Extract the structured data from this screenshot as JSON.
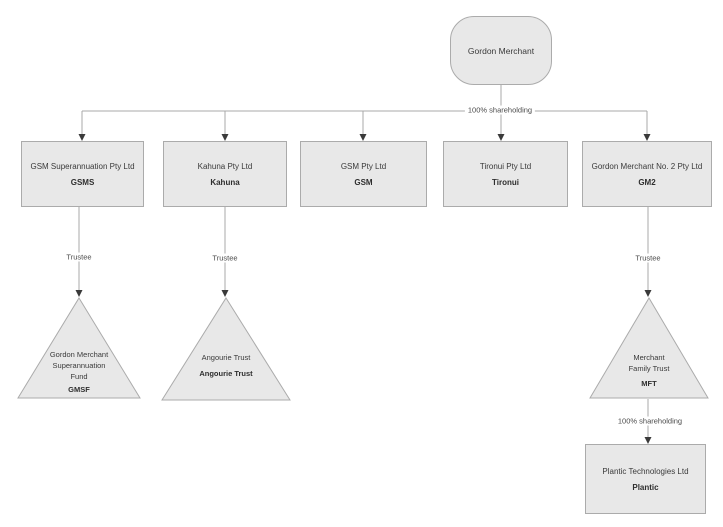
{
  "diagram": {
    "root": {
      "label": "Gordon Merchant"
    },
    "edge_labels": {
      "shareholding_top": "100% shareholding",
      "shareholding_bottom": "100% shareholding",
      "trustee_1": "Trustee",
      "trustee_2": "Trustee",
      "trustee_3": "Trustee"
    },
    "companies": [
      {
        "name": "GSM Superannuation Pty Ltd",
        "short": "GSMS"
      },
      {
        "name": "Kahuna Pty Ltd",
        "short": "Kahuna"
      },
      {
        "name": "GSM Pty Ltd",
        "short": "GSM"
      },
      {
        "name": "Tironui Pty Ltd",
        "short": "Tironui"
      },
      {
        "name": "Gordon Merchant No. 2 Pty Ltd",
        "short": "GM2"
      }
    ],
    "trusts": [
      {
        "lines": [
          "Gordon Merchant",
          "Superannuation",
          "Fund"
        ],
        "short": "GMSF"
      },
      {
        "lines": [
          "Angourie Trust"
        ],
        "short": "Angourie Trust"
      },
      {
        "lines": [
          "Merchant",
          "Family Trust"
        ],
        "short": "MFT"
      }
    ],
    "subsidiary": {
      "name": "Plantic Technologies Ltd",
      "short": "Plantic"
    },
    "colors": {
      "shape_fill": "#e8e8e8",
      "shape_border": "#ababab",
      "connector_line": "#a8a8a8",
      "arrowhead": "#3a3a3a",
      "text": "#3a3a3a",
      "background": "#ffffff"
    }
  }
}
